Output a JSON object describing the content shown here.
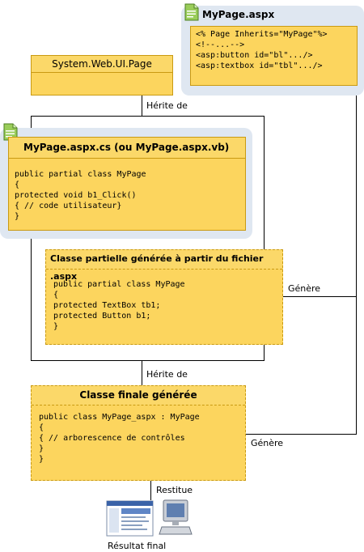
{
  "aspx_file": {
    "title": "MyPage.aspx",
    "code": [
      "<% Page Inherits=\"MyPage\"%>",
      "<!--...-->",
      "<asp:button id=\"bl\".../>",
      "<asp:textbox id=\"tbl\".../>"
    ]
  },
  "system_page": {
    "title": "System.Web.UI.Page"
  },
  "edge_labels": {
    "inherits_1": "Hérite de",
    "inherits_2": "Hérite de",
    "generates_1": "Génère",
    "generates_2": "Génère",
    "renders": "Restitue"
  },
  "code_behind": {
    "title": "MyPage.aspx.cs (ou MyPage.aspx.vb)",
    "code": [
      "public partial class MyPage",
      "{",
      "protected void b1_Click()",
      "{ // code utilisateur}",
      "}"
    ]
  },
  "partial_class": {
    "title": "Classe partielle générée à partir du fichier .aspx",
    "code": [
      "public partial class MyPage",
      "{",
      "protected TextBox tb1;",
      "protected Button b1;",
      "}"
    ]
  },
  "final_class": {
    "title": "Classe finale générée",
    "code": [
      "public class MyPage_aspx : MyPage",
      "{",
      "{ // arborescence de contrôles",
      "}",
      "}"
    ]
  },
  "result": {
    "label": "Résultat final"
  },
  "colors": {
    "box_fill": "#fcd55e",
    "box_border": "#c99a12",
    "panel": "#dfe7f1"
  }
}
